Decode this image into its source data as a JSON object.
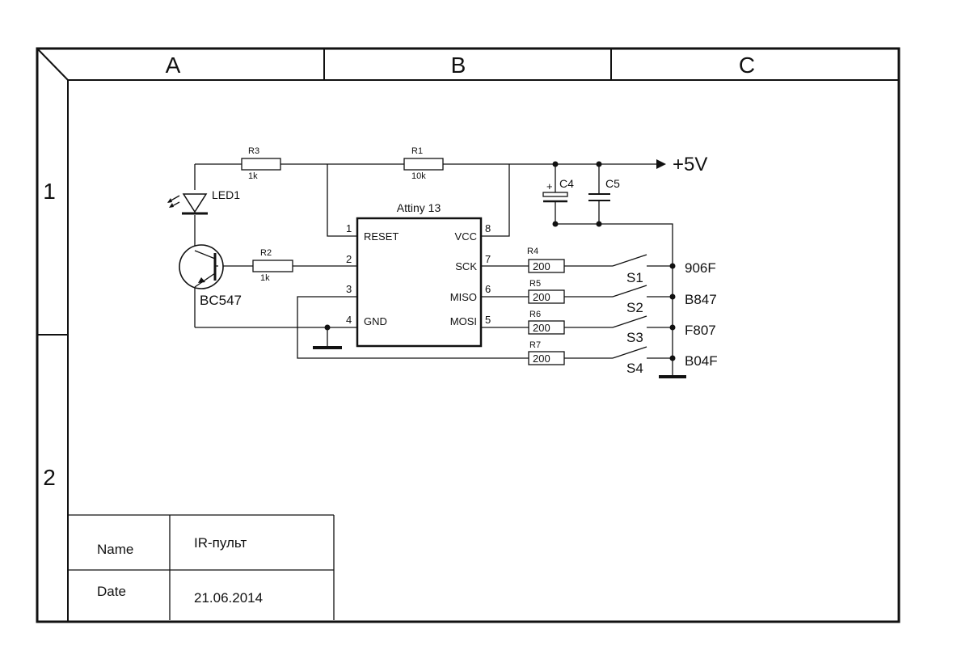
{
  "frame": {
    "columns": [
      "A",
      "B",
      "C"
    ],
    "rows": [
      "1",
      "2"
    ]
  },
  "chip": {
    "name": "Attiny 13",
    "pins": {
      "p1": {
        "num": "1",
        "name": "RESET"
      },
      "p2": {
        "num": "2",
        "name": ""
      },
      "p3": {
        "num": "3",
        "name": ""
      },
      "p4": {
        "num": "4",
        "name": "GND"
      },
      "p8": {
        "num": "8",
        "name": "VCC"
      },
      "p7": {
        "num": "7",
        "name": "SCK"
      },
      "p6": {
        "num": "6",
        "name": "MISO"
      },
      "p5": {
        "num": "5",
        "name": "MOSI"
      }
    }
  },
  "resistors": {
    "r1": {
      "ref": "R1",
      "value": "10k"
    },
    "r2": {
      "ref": "R2",
      "value": "1k"
    },
    "r3": {
      "ref": "R3",
      "value": "1k"
    },
    "r4": {
      "ref": "R4",
      "value": "200"
    },
    "r5": {
      "ref": "R5",
      "value": "200"
    },
    "r6": {
      "ref": "R6",
      "value": "200"
    },
    "r7": {
      "ref": "R7",
      "value": "200"
    }
  },
  "capacitors": {
    "c4": {
      "ref": "C4",
      "polarity": "+"
    },
    "c5": {
      "ref": "C5"
    }
  },
  "led": {
    "ref": "LED1"
  },
  "transistor": {
    "ref": "BC547"
  },
  "supply": {
    "label": "+5V"
  },
  "switches": {
    "s1": {
      "ref": "S1",
      "code": "906F"
    },
    "s2": {
      "ref": "S2",
      "code": "B847"
    },
    "s3": {
      "ref": "S3",
      "code": "F807"
    },
    "s4": {
      "ref": "S4",
      "code": "B04F"
    }
  },
  "title_block": {
    "name_label": "Name",
    "name_value": "IR-пульт",
    "date_label": "Date",
    "date_value": "21.06.2014"
  }
}
